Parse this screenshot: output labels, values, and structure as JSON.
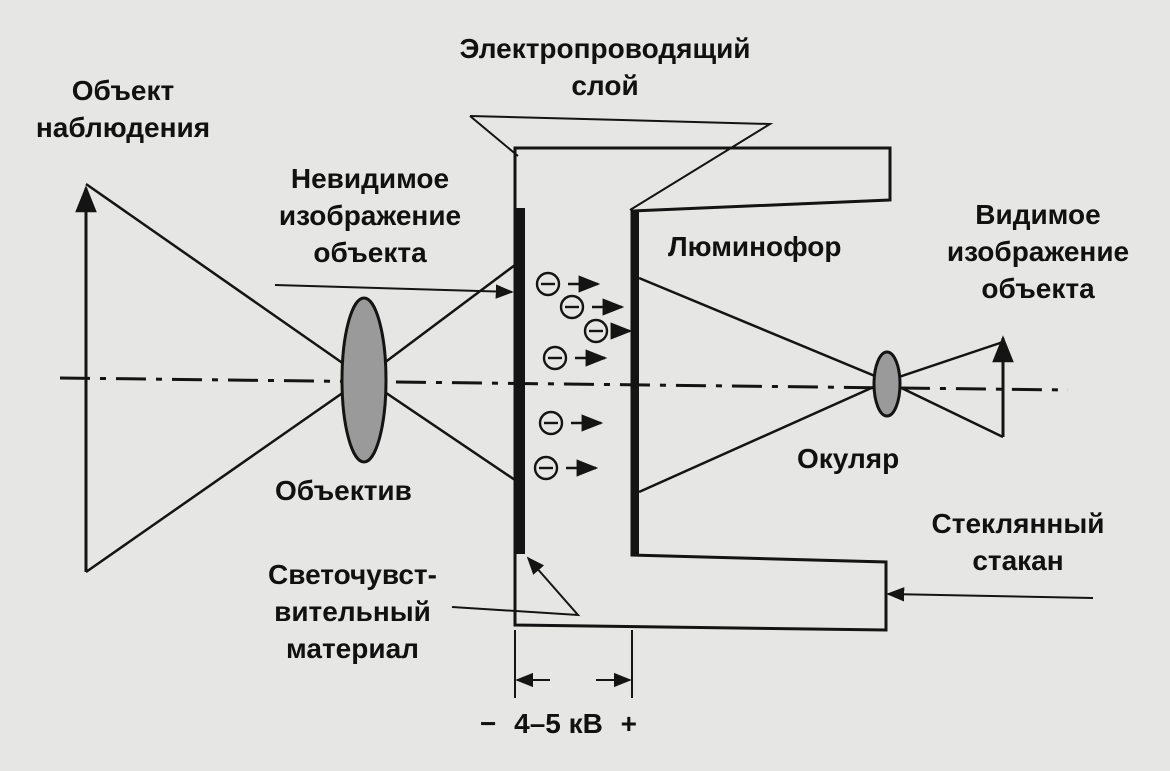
{
  "labels": {
    "object": [
      "Объект",
      "наблюдения"
    ],
    "conductive_layer": [
      "Электропроводящий",
      "слой"
    ],
    "invisible_image": [
      "Невидимое",
      "изображение",
      "объекта"
    ],
    "visible_image": [
      "Видимое",
      "изображение",
      "объекта"
    ],
    "phosphor": "Люминофор",
    "objective": "Объектив",
    "eyepiece": "Окуляр",
    "glass_cup": [
      "Стеклянный",
      "стакан"
    ],
    "photosensitive": [
      "Светочувст-",
      "вительный",
      "материал"
    ],
    "voltage": {
      "minus": "−",
      "value": "4–5 кВ",
      "plus": "+"
    }
  },
  "electron_symbol": "Θ",
  "colors": {
    "ink": "#141414",
    "lens_fill": "#9a9a9a",
    "background": "#e6e6e4"
  }
}
